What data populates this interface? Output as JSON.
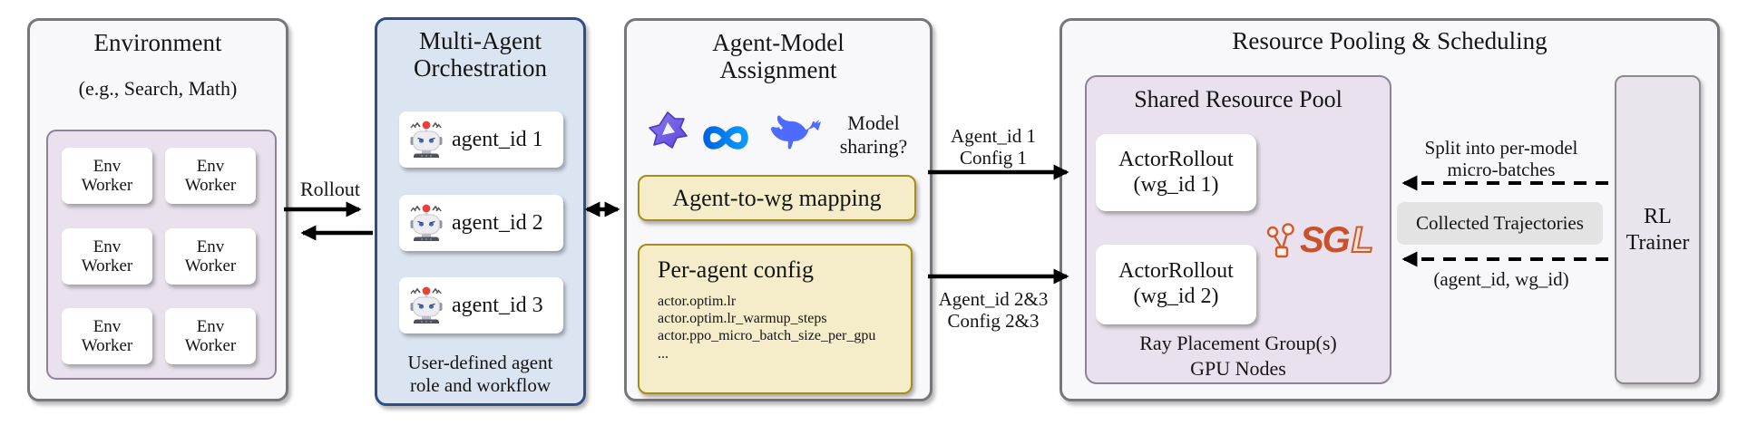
{
  "environment": {
    "title": "Environment",
    "subtitle": "(e.g., Search, Math)",
    "workers": [
      "Env\nWorker",
      "Env\nWorker",
      "Env\nWorker",
      "Env\nWorker",
      "Env\nWorker",
      "Env\nWorker"
    ]
  },
  "rollout": {
    "label": "Rollout"
  },
  "orchestration": {
    "title": "Multi-Agent\nOrchestration",
    "agents": [
      "agent_id 1",
      "agent_id 2",
      "agent_id 3"
    ],
    "footer": "User-defined agent\nrole and workflow"
  },
  "assignment": {
    "title": "Agent-Model\nAssignment",
    "model_icons": [
      "qwen-logo",
      "meta-logo",
      "deepseek-whale-logo"
    ],
    "model_sharing_label": "Model\nsharing?",
    "mapping_label": "Agent-to-wg mapping",
    "config": {
      "title": "Per-agent config",
      "lines": [
        "actor.optim.lr",
        "actor.optim.lr_warmup_steps",
        "actor.ppo_micro_batch_size_per_gpu",
        "..."
      ]
    }
  },
  "flows": {
    "to_pool_1": "Agent_id 1\nConfig 1",
    "to_pool_2": "Agent_id 2&3\nConfig 2&3"
  },
  "pooling": {
    "title": "Resource Pooling & Scheduling",
    "shared_pool": {
      "title": "Shared Resource Pool",
      "actor_rollouts": [
        "ActorRollout\n(wg_id 1)",
        "ActorRollout\n(wg_id 2)"
      ],
      "sgl_label_main": "SG",
      "sgl_label_tail": "L",
      "footer": "Ray Placement Group(s)\nGPU Nodes"
    },
    "split_label": "Split into per-model\nmicro-batches",
    "collected_label": "Collected Trajectories",
    "agent_wg_label": "(agent_id, wg_id)",
    "rl_trainer_label": "RL\nTrainer"
  },
  "colors": {
    "panel_fill": "#f8f7f9",
    "panel_border": "#76767b",
    "orchestration_fill": "#dbe4f1",
    "orchestration_border": "#2f4e88",
    "lavender_fill": "#e9e2ee",
    "lavender_border": "#8d8298",
    "yellow_fill": "#f5ecca",
    "yellow_border": "#a88c14",
    "gray_box_fill": "#e3e3e3",
    "sgl_orange": "#c9512c",
    "meta_blue": "#0668e1",
    "deepseek_indigo": "#4d6bfe",
    "qwen_purple": "#6f5bd8",
    "arrow_black": "#000000"
  }
}
